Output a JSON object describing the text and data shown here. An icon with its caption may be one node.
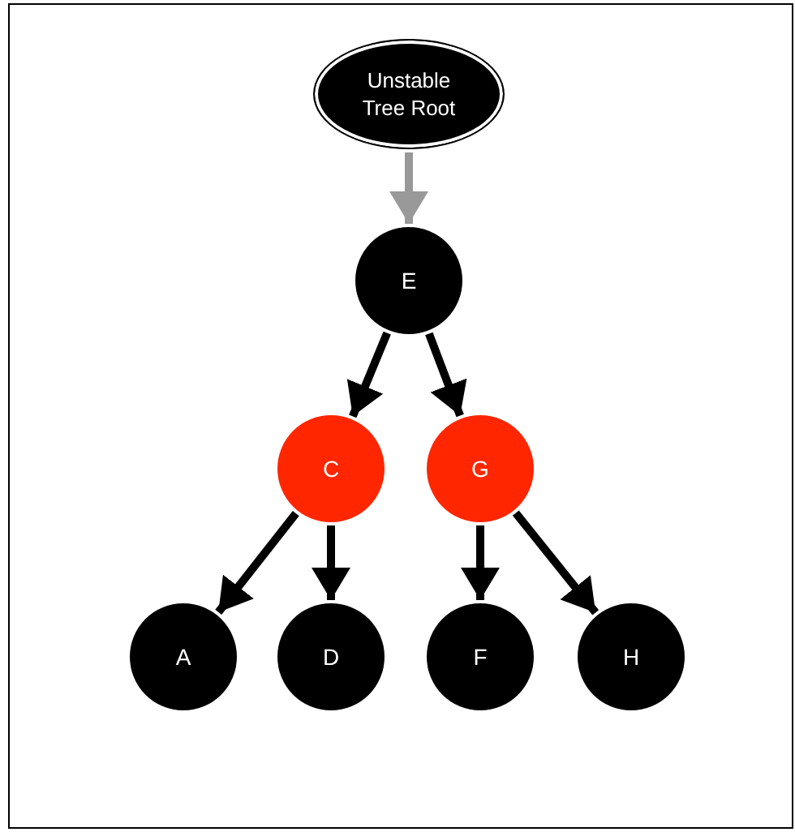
{
  "diagram": {
    "nodes": [
      {
        "text": [
          "Unstable Tree Root"
        ]
      },
      {
        "text": [
          "E"
        ]
      },
      {
        "text": [
          "C"
        ]
      },
      {
        "text": [
          "G"
        ]
      },
      {
        "text": [
          "A"
        ]
      },
      {
        "text": [
          "D"
        ]
      },
      {
        "text": [
          "F"
        ]
      },
      {
        "text": [
          "H"
        ]
      }
    ],
    "edges": [
      {
        "from": 0,
        "to": 1,
        "arrow": "to",
        "color": "#999999"
      },
      {
        "from": 1,
        "to": 2,
        "arrow": "to"
      },
      {
        "from": 1,
        "to": 3,
        "arrow": "to"
      },
      {
        "from": 2,
        "to": 4,
        "arrow": "to"
      },
      {
        "from": 2,
        "to": 5,
        "arrow": "to"
      },
      {
        "from": 3,
        "to": 6,
        "arrow": "to"
      },
      {
        "from": 3,
        "to": 7,
        "arrow": "to"
      }
    ]
  }
}
